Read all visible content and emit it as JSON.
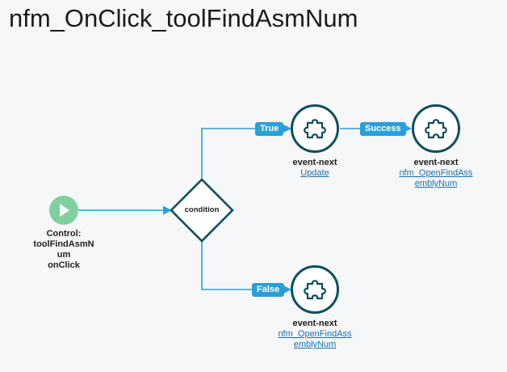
{
  "title": "nfm_OnClick_toolFindAsmNum",
  "start": {
    "caption_lines": [
      "Control:",
      "toolFindAsmN",
      "um",
      "onClick"
    ]
  },
  "condition": {
    "label": "condition"
  },
  "branches": {
    "true_label": "True",
    "false_label": "False",
    "success_label": "Success"
  },
  "nodes": {
    "update": {
      "kind": "event-next",
      "link": "Update"
    },
    "open_find_top": {
      "kind": "event-next",
      "link_lines": [
        "nfm_OpenFindAss",
        "emblyNum"
      ]
    },
    "open_find_bottom": {
      "kind": "event-next",
      "link_lines": [
        "nfm_OpenFindAss",
        "emblyNum"
      ]
    }
  },
  "colors": {
    "edge": "#2a9fd8",
    "node_stroke": "#0f4e5c",
    "start_fill": "#7fcf9f"
  }
}
